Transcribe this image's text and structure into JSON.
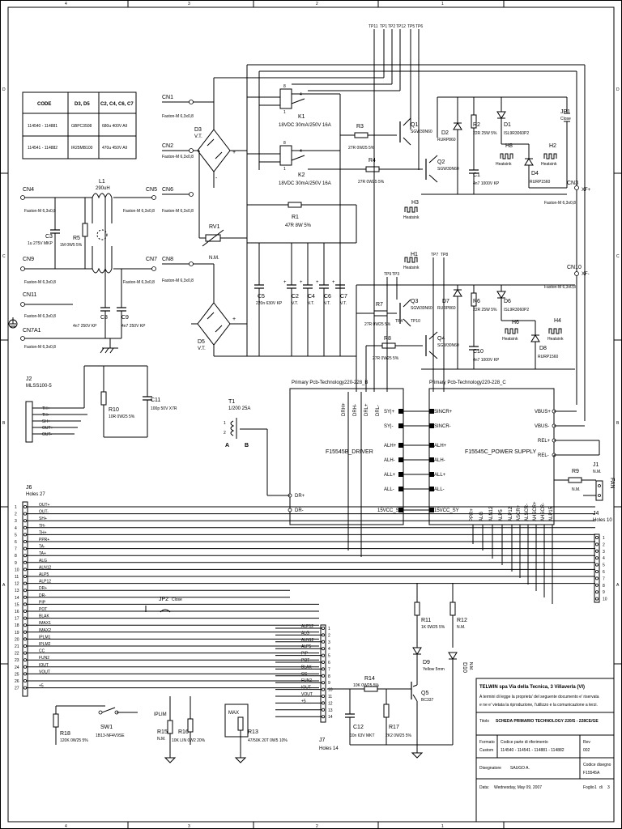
{
  "border": {
    "top_numbers": [
      "4",
      "3",
      "2",
      "1"
    ],
    "side_letters": [
      "D",
      "C",
      "B",
      "A"
    ]
  },
  "code_table": {
    "headers": [
      "CODE",
      "D3, D5",
      "C2, C4, C6, C7"
    ],
    "rows": [
      [
        "114540 - 114881",
        "GBPC3508",
        "680u 400V All"
      ],
      [
        "114541 - 114882",
        "IR25MB100",
        "470u 450V All"
      ]
    ]
  },
  "test_points": [
    "TP11",
    "TP1",
    "TP2",
    "TP12",
    "TP5",
    "TP6"
  ],
  "connectors_left": [
    {
      "ref": "CN1",
      "type": "Faston-M 6,3x0,8"
    },
    {
      "ref": "CN2",
      "type": "Faston-M 6,3x0,8"
    },
    {
      "ref": "CN6",
      "type": "Faston-M 6,3x0,8"
    },
    {
      "ref": "CN8",
      "type": "Faston-M 6,3x0,8"
    },
    {
      "ref": "CN4",
      "type": "Faston-M 6,3x0,8"
    },
    {
      "ref": "CN5",
      "type": "Faston-M 6,3x0,8"
    },
    {
      "ref": "CN9",
      "type": "Faston-M 6,3x0,8"
    },
    {
      "ref": "CN7",
      "type": "Faston-M 6,3x0,8"
    },
    {
      "ref": "CN11",
      "type": "Faston-M 6,3x0,8"
    },
    {
      "ref": "CN7A1",
      "type": "Faston-M 6,3x0,8"
    },
    {
      "ref": "CN3",
      "type": "Faston-M 6,3x0,8"
    },
    {
      "ref": "CN10",
      "type": "Faston-M 6,3x0,8"
    }
  ],
  "components": {
    "L1": "290uH",
    "C3": "1u 275V MKP",
    "R5": "1M 0W5 5%",
    "C8": "4n7 250V KP",
    "C9": "4n7 250V KP",
    "D3": "V.T.",
    "D5": "V.T.",
    "RV1": "N.M.",
    "K1": "18VDC 30mA/250V 16A",
    "K2": "18VDC 30mA/250V 16A",
    "R1": "47R 8W 5%",
    "C5": "220n 630V KP",
    "C2": "V.T.",
    "C4": "V.T.",
    "C6": "V.T.",
    "C7": "V.T.",
    "R3": "27R 0W25 5%",
    "R4": "27R 0W25 5%",
    "Q1": "SGW30N60",
    "Q2": "SGW30N60",
    "D2": "RURP860",
    "R2": "22R 25W 5%",
    "D1": "ISL9R3060P2",
    "H8": "Heatsink",
    "H2": "Heatsink",
    "H3": "Heatsink",
    "H1": "Heatsink",
    "H6": "Heatsink",
    "H4": "Heatsink",
    "C1": "4n7 1000V KP",
    "D4": "RURP1560",
    "JP1": "Close",
    "R7": "27R 0W25 5%",
    "R8": "27R 0W25 5%",
    "Q3": "SGW30N60",
    "Q4": "SGW30N60",
    "D7": "RURP860",
    "R6": "22R 25W 5%",
    "D6": "ISL9R3060P2",
    "C10": "4n7 1000V KP",
    "D8": "RURP1560",
    "J2": "MLSS100-5",
    "R10": "10R 0W25 5%",
    "C11": "100p 50V X7R",
    "T1": "1/200 25A",
    "R9": "N.M.",
    "J1": "FAN",
    "J4": "Holes 10",
    "J6": "Holes 27",
    "J7": "Holes 14",
    "JP2": "Close",
    "R11": "1K 0W25 5%",
    "R12": "N.M.",
    "D9": "Yellow 5mm",
    "D10": "N.M.",
    "R14": "10K 0W25 5%",
    "Q5": "BC337",
    "C12": "10n 63V MKT",
    "R17": "2K2 0W25 5%",
    "R18": "120K 0W25 5%",
    "SW1": "1B13-NF4V9SE",
    "R15": "N.M.",
    "R16": "10K LIN 0W2 20%",
    "R13": "47/50K 20T 0W5 10%"
  },
  "tp_lower": [
    "TP9",
    "TP3",
    "TP4",
    "TP10",
    "TP7",
    "TP8"
  ],
  "blocks": {
    "driver": {
      "header": "Primary Pcb-Technology220-228_B",
      "name": "F15545B_DRIVER",
      "top_pins": [
        "DRH+",
        "DRH-",
        "DRL+",
        "DRL-"
      ],
      "left_pins": [
        "DR+",
        "DR-"
      ],
      "right_pins": [
        "SY|+",
        "SY|-",
        "ALH+",
        "ALH-",
        "ALL+",
        "ALL-",
        "15VCC_SY"
      ]
    },
    "power": {
      "header": "Primary Pcb-Technology220-228_C",
      "name": "F15545C_POWER SUPPLY",
      "left_pins": [
        "SINCR+",
        "SINCR-",
        "ALH+",
        "ALH-",
        "ALL+",
        "ALL-",
        "15VCC_SY"
      ],
      "right_pins": [
        "VBUS+",
        "VBUS-",
        "REL+",
        "REL-"
      ],
      "bottom_pins": [
        "PPR+",
        "ALG",
        "ALN12",
        "ALP5",
        "ALP12",
        "ASCR+",
        "ALSCR-",
        "AHSCR+",
        "AHSCR-",
        "ALP15"
      ]
    }
  },
  "j2_pins": [
    "TH+",
    "TH-",
    "SH+",
    "OUT+",
    "OUT-"
  ],
  "j6_labels": [
    "OUT+",
    "OUT-",
    "SH+",
    "TH-",
    "TH+",
    "PPR+",
    "TA-",
    "TA+",
    "ALG",
    "ALN12",
    "ALP5",
    "ALP12",
    "DR+",
    "DR-",
    "PIP",
    "POT",
    "BLAK",
    "IMAX1",
    "IMAX2",
    "IPLM1",
    "IPLM2",
    "CC",
    "FUN2",
    "IOUT",
    "VOUT",
    "",
    "+5"
  ],
  "j6_numbers": [
    "1",
    "2",
    "3",
    "4",
    "5",
    "6",
    "7",
    "8",
    "9",
    "10",
    "11",
    "12",
    "13",
    "14",
    "15",
    "16",
    "17",
    "18",
    "19",
    "20",
    "21",
    "22",
    "23",
    "24",
    "25",
    "26",
    "27"
  ],
  "j4_numbers": [
    "1",
    "2",
    "3",
    "4",
    "5",
    "6",
    "7",
    "8",
    "9",
    "10"
  ],
  "j7_labels": [
    "ALP12",
    "ALG",
    "ALN12",
    "ALP5",
    "PIP",
    "POT",
    "BLAK",
    "CC",
    "FUN2",
    "IOUT",
    "VOUT",
    "+5",
    "",
    ""
  ],
  "j7_numbers": [
    "1",
    "2",
    "3",
    "4",
    "5",
    "6",
    "7",
    "8",
    "9",
    "10",
    "11",
    "12",
    "13",
    "14"
  ],
  "pot_labels": [
    "IPLIM",
    "MAX"
  ],
  "title_block": {
    "company": "TELWIN spa Via della Tecnica, 3 Villaverla (VI)",
    "notice1": "A termini di legge la proprieta' del seguente documento e' riservata",
    "notice2": "e ne e' vietata la riproduzione, l'utilizzo e la comunicazione a terzi.",
    "title_label": "Titolo",
    "title_value": "SCHEDA PRIMARIO TECHNOLOGY 220/S - 228CE/GE",
    "formato_label": "Formato",
    "custom": "Custom",
    "codes_label": "Codice parte di riferimento",
    "codes_value": "114540 - 114541 - 114881 - 114882",
    "rev_label": "Rev",
    "rev_value": "002",
    "drawer_label": "Disegnatore",
    "drawer_value": "SAUGO A.",
    "drawing_code_label": "Codice disegno",
    "drawing_code_value": "F15545A",
    "date_label": "Data:",
    "date_value": "Wednesday, May 09, 2007",
    "sheet_label": "Foglio",
    "sheet_value": "1",
    "of_label": "di",
    "of_value": "3"
  }
}
